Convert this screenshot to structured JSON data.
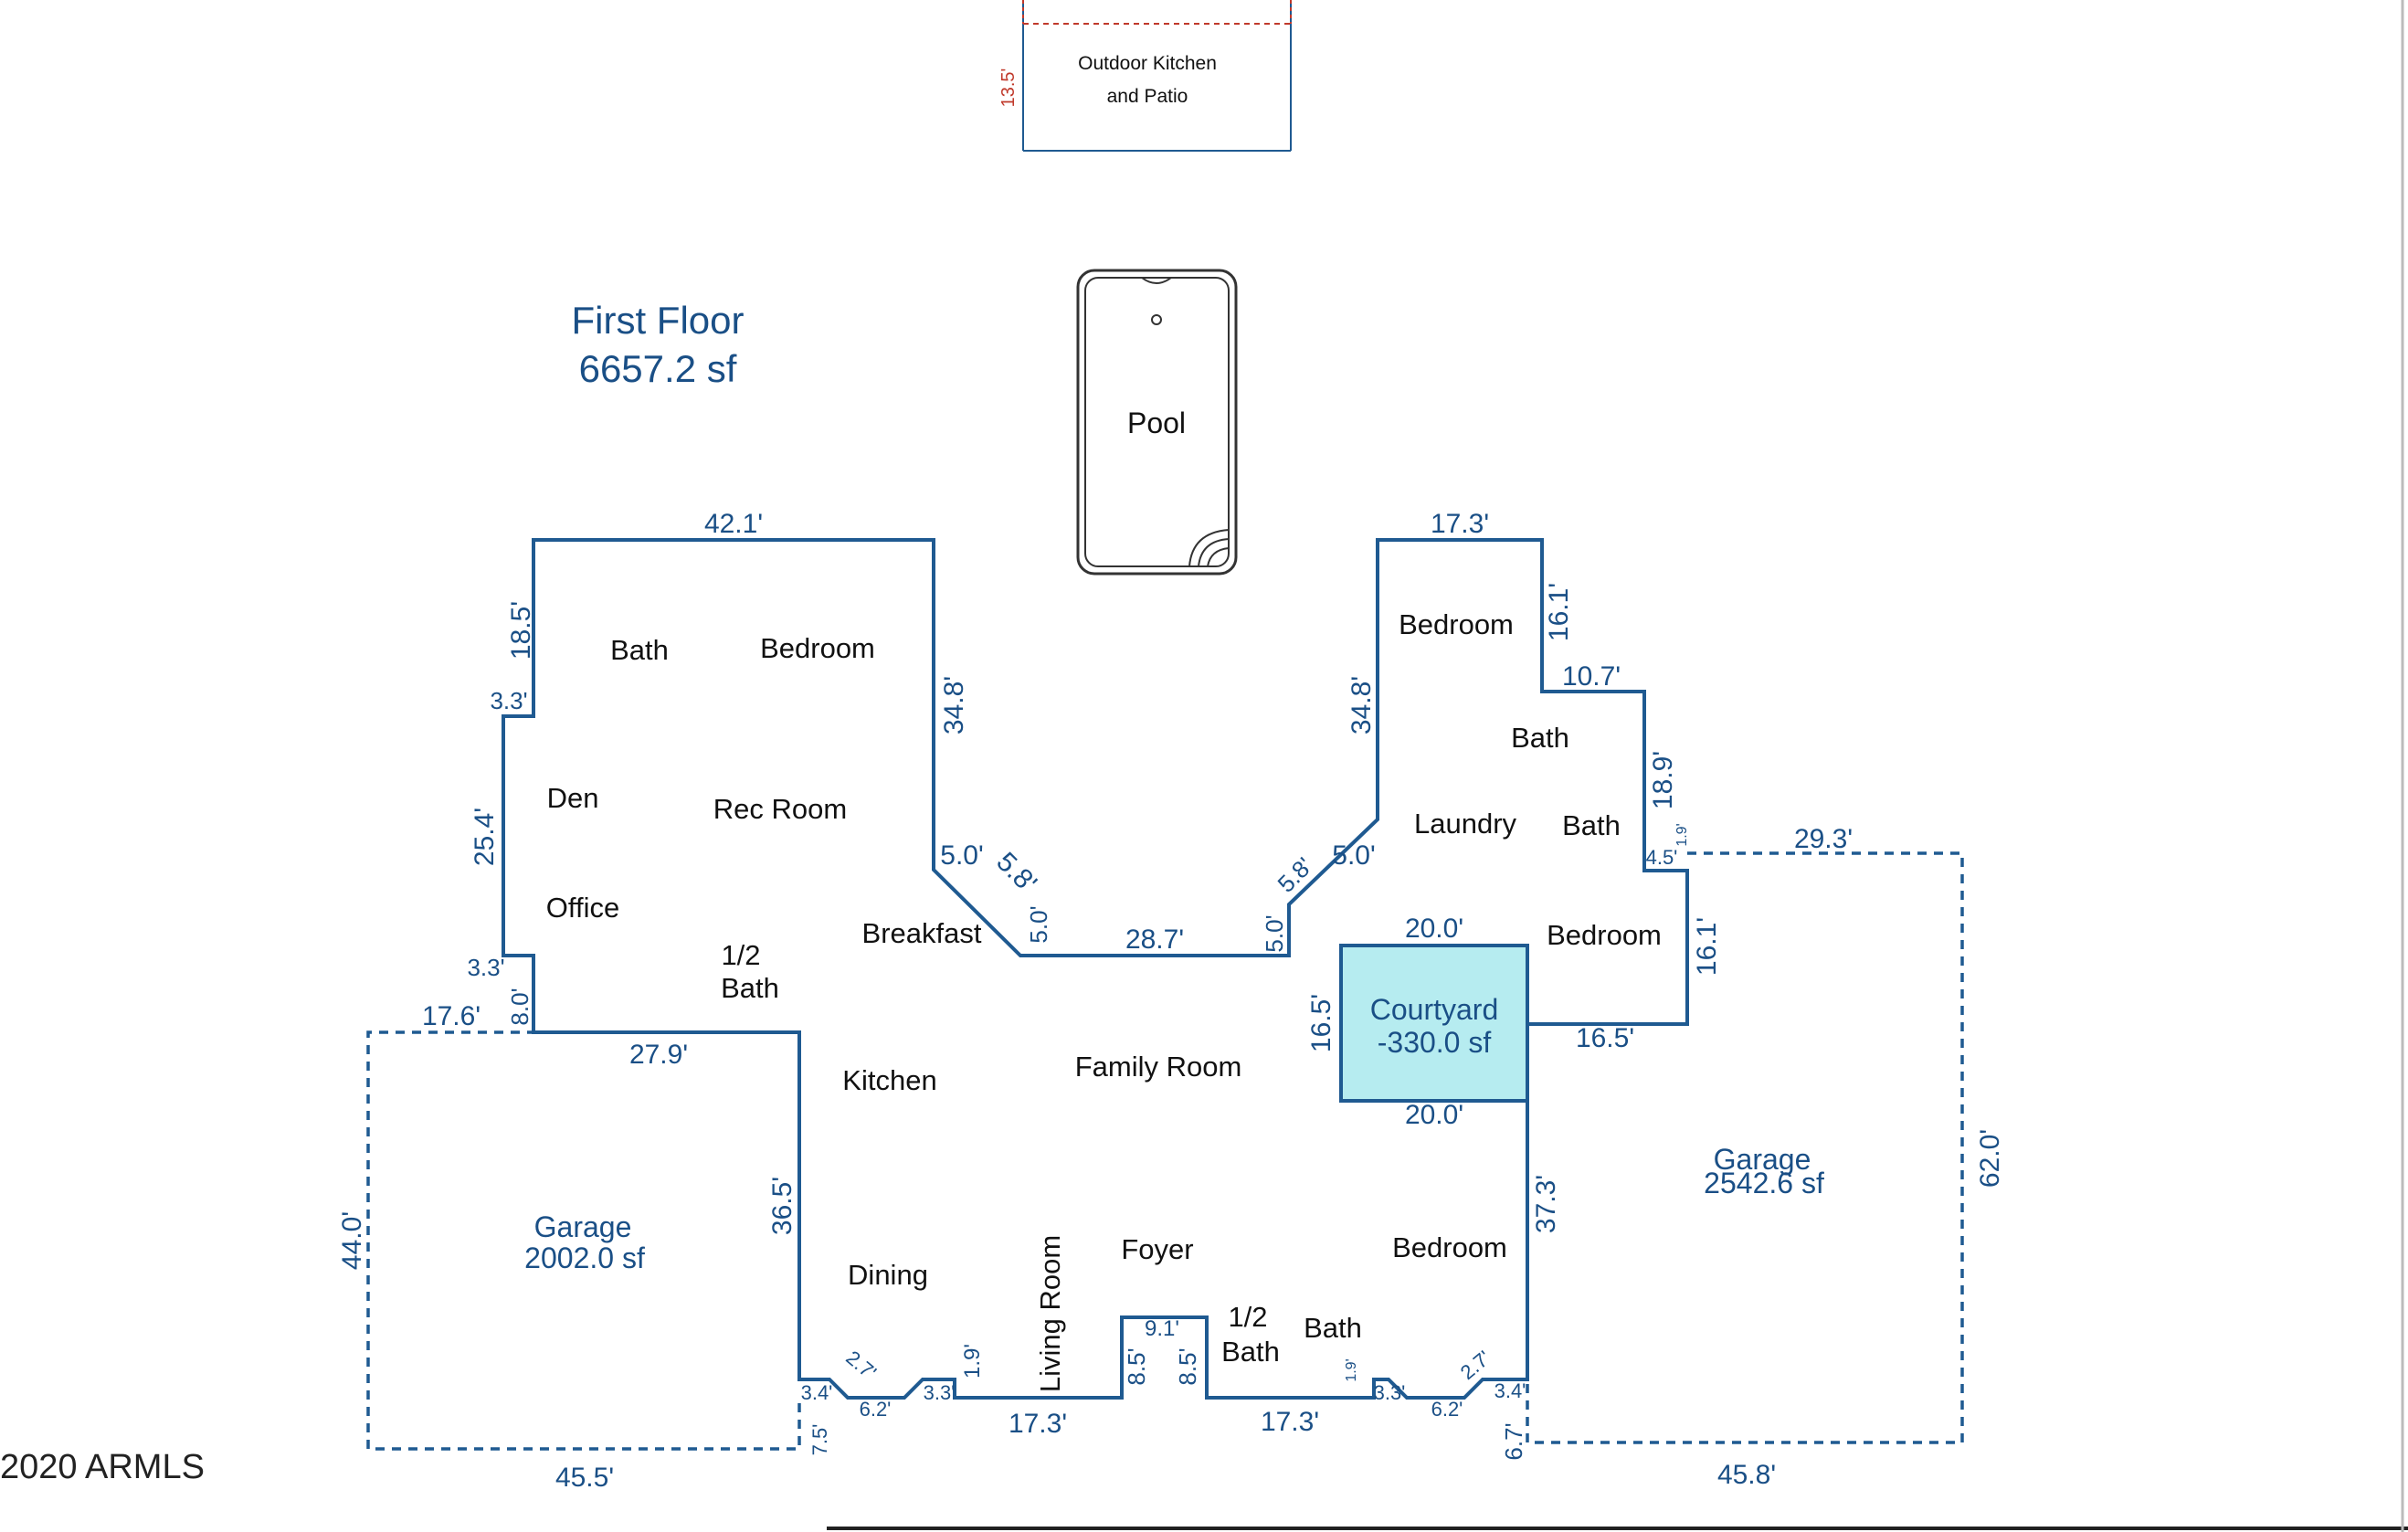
{
  "floor": {
    "name": "First Floor",
    "area": "6657.2 sf"
  },
  "outdoor": {
    "line1": "Outdoor Kitchen",
    "line2": "and Patio",
    "dim": "13.5'"
  },
  "pool": {
    "label": "Pool"
  },
  "courtyard": {
    "name": "Courtyard",
    "area": "-330.0 sf"
  },
  "garage_left": {
    "name": "Garage",
    "area": "2002.0 sf"
  },
  "garage_right": {
    "name": "Garage",
    "area": "2542.6 sf"
  },
  "rooms": {
    "bath_nw": "Bath",
    "bedroom_nw": "Bedroom",
    "den": "Den",
    "rec_room": "Rec Room",
    "office": "Office",
    "half_bath_1": "1/2",
    "half_bath_1b": "Bath",
    "breakfast": "Breakfast",
    "kitchen": "Kitchen",
    "family_room": "Family Room",
    "dining": "Dining",
    "living_room": "Living Room",
    "foyer": "Foyer",
    "half_bath_2": "1/2",
    "half_bath_2b": "Bath",
    "bath_s": "Bath",
    "bedroom_se": "Bedroom",
    "bedroom_ne": "Bedroom",
    "bath_ne1": "Bath",
    "laundry": "Laundry",
    "bath_ne2": "Bath",
    "bedroom_e": "Bedroom"
  },
  "dims": {
    "d42_1": "42.1'",
    "d18_5": "18.5'",
    "d3_3a": "3.3'",
    "d25_4": "25.4'",
    "d3_3b": "3.3'",
    "d8_0": "8.0'",
    "d17_6": "17.6'",
    "d27_9": "27.9'",
    "d34_8a": "34.8'",
    "d5_0a": "5.0'",
    "d5_8a": "5.8'",
    "d5_0b": "5.0'",
    "d28_7": "28.7'",
    "d5_0c": "5.0'",
    "d5_8b": "5.8'",
    "d5_0d": "5.0'",
    "d34_8b": "34.8'",
    "d17_3a": "17.3'",
    "d16_1a": "16.1'",
    "d10_7": "10.7'",
    "d18_9": "18.9'",
    "d4_5": "4.5'",
    "d1_9a": "1.9'",
    "d29_3": "29.3'",
    "d16_1b": "16.1'",
    "d20_0a": "20.0'",
    "d16_5a": "16.5'",
    "d16_5b": "16.5'",
    "d20_0b": "20.0'",
    "d62_0": "62.0'",
    "d37_3": "37.3'",
    "d44_0": "44.0'",
    "d36_5": "36.5'",
    "d45_5": "45.5'",
    "d7_5": "7.5'",
    "d3_4a": "3.4'",
    "d2_7a": "2.7'",
    "d6_2a": "6.2'",
    "d3_3c": "3.3'",
    "d1_9b": "1.9'",
    "d17_3b": "17.3'",
    "d8_5a": "8.5'",
    "d9_1": "9.1'",
    "d8_5b": "8.5'",
    "d17_3c": "17.3'",
    "d1_9c": "1.9'",
    "d3_3d": "3.3'",
    "d6_2b": "6.2'",
    "d2_7b": "2.7'",
    "d3_4b": "3.4'",
    "d6_7": "6.7'",
    "d45_8": "45.8'"
  },
  "copyright": "2020 ARMLS",
  "colors": {
    "wall": "#1f5a91",
    "courtyard_fill": "#b6ecf0",
    "dim_text": "#1a4f86",
    "accent_red": "#c0392b"
  }
}
